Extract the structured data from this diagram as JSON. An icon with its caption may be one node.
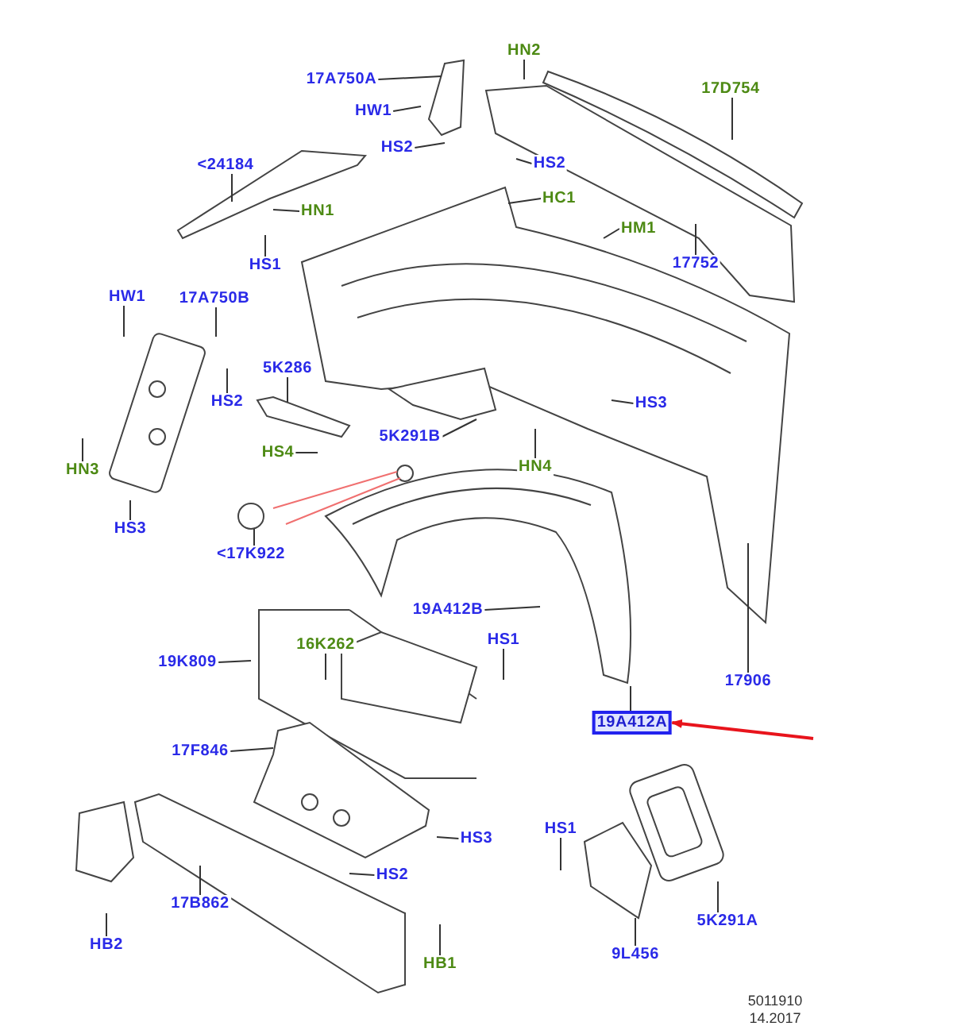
{
  "diagram": {
    "nodes": [
      {
        "text": [
          "HN2"
        ]
      },
      {
        "text": [
          "17A750A"
        ]
      },
      {
        "text": [
          "17D754"
        ]
      },
      {
        "text": [
          "HW1"
        ]
      },
      {
        "text": [
          "HS2"
        ]
      },
      {
        "text": [
          "<24184"
        ]
      },
      {
        "text": [
          "HS2"
        ]
      },
      {
        "text": [
          "HC1"
        ]
      },
      {
        "text": [
          "HN1"
        ]
      },
      {
        "text": [
          "HM1"
        ]
      },
      {
        "text": [
          "17752"
        ]
      },
      {
        "text": [
          "HS1"
        ]
      },
      {
        "text": [
          "HW1"
        ]
      },
      {
        "text": [
          "17A750B"
        ]
      },
      {
        "text": [
          "5K286"
        ]
      },
      {
        "text": [
          "HS2"
        ]
      },
      {
        "text": [
          "HS3"
        ]
      },
      {
        "text": [
          "5K291B"
        ]
      },
      {
        "text": [
          "HS4"
        ]
      },
      {
        "text": [
          "HN4"
        ]
      },
      {
        "text": [
          "HN3"
        ]
      },
      {
        "text": [
          "HS3"
        ]
      },
      {
        "text": [
          "<17K922"
        ]
      },
      {
        "text": [
          "19A412B"
        ]
      },
      {
        "text": [
          "HS1"
        ]
      },
      {
        "text": [
          "16K262"
        ]
      },
      {
        "text": [
          "19K809"
        ]
      },
      {
        "text": [
          "17906"
        ]
      },
      {
        "text": [
          "19A412A"
        ]
      },
      {
        "text": [
          "17F846"
        ]
      },
      {
        "text": [
          "HS1"
        ]
      },
      {
        "text": [
          "HS3"
        ]
      },
      {
        "text": [
          "HS2"
        ]
      },
      {
        "text": [
          "17B862"
        ]
      },
      {
        "text": [
          "5K291A"
        ]
      },
      {
        "text": [
          "HB2"
        ]
      },
      {
        "text": [
          "9L456"
        ]
      },
      {
        "text": [
          "HB1"
        ]
      }
    ],
    "edges": [
      {
        "from": 0,
        "to": null,
        "arrow": "none"
      },
      {
        "from": 1,
        "to": null,
        "arrow": "none"
      },
      {
        "from": 2,
        "to": null,
        "arrow": "none"
      },
      {
        "from": 3,
        "to": null,
        "arrow": "none"
      },
      {
        "from": 4,
        "to": null,
        "arrow": "none"
      },
      {
        "from": 5,
        "to": null,
        "arrow": "none"
      },
      {
        "from": 6,
        "to": null,
        "arrow": "none"
      },
      {
        "from": 7,
        "to": null,
        "arrow": "none"
      },
      {
        "from": 8,
        "to": null,
        "arrow": "none"
      },
      {
        "from": 9,
        "to": null,
        "arrow": "none"
      },
      {
        "from": 10,
        "to": null,
        "arrow": "none"
      },
      {
        "from": 11,
        "to": null,
        "arrow": "none"
      },
      {
        "from": 12,
        "to": null,
        "arrow": "none"
      },
      {
        "from": 13,
        "to": null,
        "arrow": "none"
      },
      {
        "from": 14,
        "to": null,
        "arrow": "none"
      },
      {
        "from": 15,
        "to": null,
        "arrow": "none"
      },
      {
        "from": 16,
        "to": null,
        "arrow": "none"
      },
      {
        "from": 17,
        "to": null,
        "arrow": "none"
      },
      {
        "from": 18,
        "to": null,
        "arrow": "none"
      },
      {
        "from": 19,
        "to": null,
        "arrow": "none"
      },
      {
        "from": 20,
        "to": null,
        "arrow": "none"
      },
      {
        "from": 21,
        "to": null,
        "arrow": "none"
      },
      {
        "from": 22,
        "to": null,
        "arrow": "none"
      },
      {
        "from": 23,
        "to": null,
        "arrow": "none"
      },
      {
        "from": 24,
        "to": null,
        "arrow": "none"
      },
      {
        "from": 25,
        "to": null,
        "arrow": "none"
      },
      {
        "from": 26,
        "to": null,
        "arrow": "none"
      },
      {
        "from": 27,
        "to": null,
        "arrow": "none"
      },
      {
        "from": 28,
        "to": null,
        "arrow": "none"
      },
      {
        "from": 29,
        "to": null,
        "arrow": "none"
      },
      {
        "from": 30,
        "to": null,
        "arrow": "none"
      },
      {
        "from": 31,
        "to": null,
        "arrow": "none"
      },
      {
        "from": 32,
        "to": null,
        "arrow": "none"
      },
      {
        "from": 33,
        "to": null,
        "arrow": "none"
      },
      {
        "from": 34,
        "to": null,
        "arrow": "none"
      },
      {
        "from": 35,
        "to": null,
        "arrow": "none"
      },
      {
        "from": 36,
        "to": null,
        "arrow": "none"
      },
      {
        "from": 37,
        "to": null,
        "arrow": "none"
      },
      {
        "from": null,
        "to": 28,
        "arrow": "to",
        "color": "#e8141c"
      }
    ],
    "labels": [
      "5011910",
      "14.2017"
    ]
  }
}
